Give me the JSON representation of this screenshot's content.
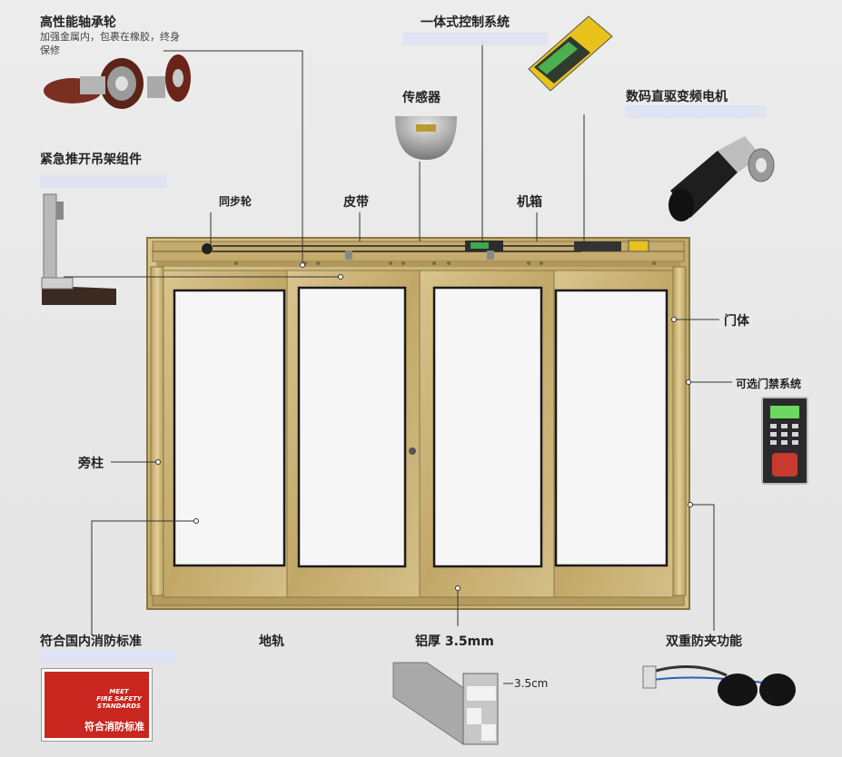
{
  "labels": {
    "bearing": "高性能轴承轮",
    "bearing_desc": "加强金属内，包裹在橡胶，终身保修",
    "control_system": "一体式控制系统",
    "sensor": "传感器",
    "motor": "数码直驱变频电机",
    "hanger": "紧急推开吊架组件",
    "sync_wheel": "同步轮",
    "belt": "皮带",
    "gearbox": "机箱",
    "door_body": "门体",
    "access_control": "可选门禁系统",
    "side_post": "旁柱",
    "fire_standard": "符合国内消防标准",
    "ground_rail": "地轨",
    "aluminum": "铝厚 3.5mm",
    "anti_pinch": "双重防夹功能",
    "profile_dim": "3.5cm"
  },
  "fire_sign": {
    "line1": "MEET",
    "line2": "FIRE SAFETY",
    "line3": "STANDARDS",
    "cn": "符合消防标准"
  },
  "colors": {
    "frame_gold": "#c9b27a",
    "frame_dark": "#8a7644",
    "glass": "#f7f7f7",
    "fire_red": "#c8261e",
    "callout_line": "#333333"
  }
}
